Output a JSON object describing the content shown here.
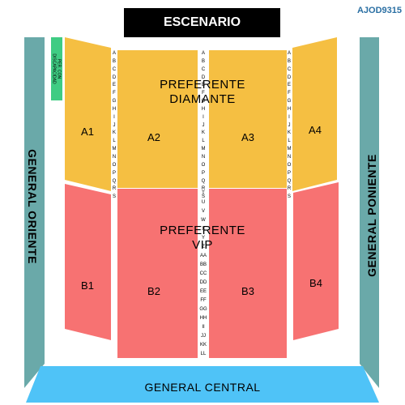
{
  "venue_code": "AJOD9315",
  "stage": {
    "label": "ESCENARIO"
  },
  "zones": {
    "general_oriente": "GENERAL ORIENTE",
    "general_poniente": "GENERAL PONIENTE",
    "general_central": "GENERAL CENTRAL",
    "preferente_diamante": {
      "line1": "PREFERENTE",
      "line2": "DIAMANTE"
    },
    "preferente_vip": {
      "line1": "PREFERENTE",
      "line2": "VIP"
    },
    "disability": "PER. CON DISCAPACIDAD"
  },
  "sections": {
    "A1": "A1",
    "A2": "A2",
    "A3": "A3",
    "A4": "A4",
    "B1": "B1",
    "B2": "B2",
    "B3": "B3",
    "B4": "B4"
  },
  "rows": {
    "diamante": [
      "A",
      "B",
      "C",
      "D",
      "E",
      "F",
      "G",
      "H",
      "I",
      "J",
      "K",
      "L",
      "M",
      "N",
      "O",
      "P",
      "Q",
      "R",
      "S"
    ],
    "vip_center": [
      "T",
      "U",
      "V",
      "W",
      "X",
      "Y",
      "Z",
      "AA",
      "BB",
      "CC",
      "DD",
      "EE",
      "FF",
      "GG",
      "HH",
      "II",
      "JJ",
      "KK",
      "LL"
    ]
  },
  "colors": {
    "stage": "#000000",
    "general_side": "#6aa9a9",
    "general_central": "#4fc3f7",
    "diamante": "#f5bf42",
    "vip": "#f77272",
    "disability": "#3fcc83",
    "code_text": "#2a6fa3"
  }
}
